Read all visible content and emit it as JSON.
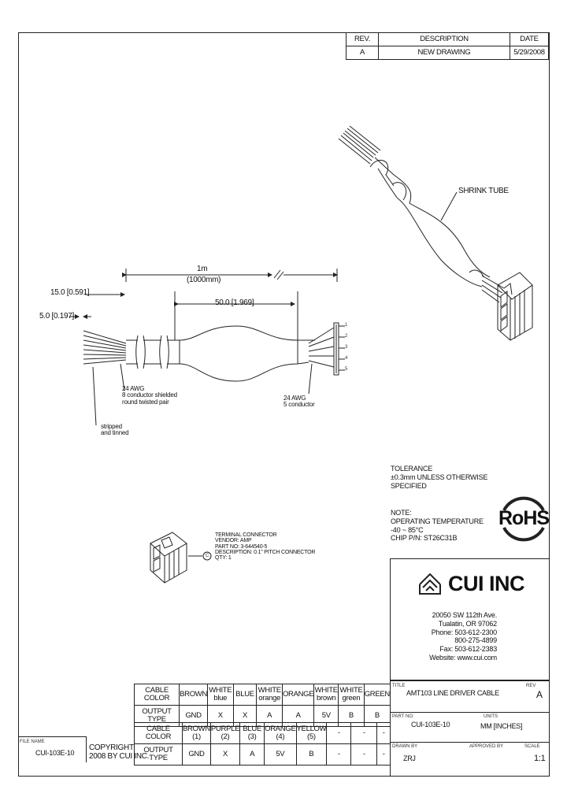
{
  "revision_block": {
    "headers": [
      "REV.",
      "DESCRIPTION",
      "DATE"
    ],
    "row": [
      "A",
      "NEW DRAWING",
      "5/29/2008"
    ]
  },
  "drawing": {
    "overall_length": "1m",
    "overall_length_mm": "(1000mm)",
    "dim_15": "15.0 [0.591]",
    "dim_5": "5.0 [0.197]",
    "dim_50": "50.0 [1.969]",
    "pin_labels": [
      "1",
      "2",
      "3",
      "4",
      "5"
    ],
    "shrink_tube": "SHRINK TUBE",
    "left_wire": [
      "24 AWG",
      "8 conductor shielded",
      "round twisted pair"
    ],
    "stripped": [
      "stripped",
      "and tinned"
    ],
    "right_wire": [
      "24 AWG",
      "5 conductor"
    ],
    "terminal": [
      "TERMINAL CONNECTOR",
      "VENDOR: AMP",
      "PART NO: 3-644540-5",
      "DESCRIPTION: 0.1\" PITCH CONNECTOR",
      "QTY: 1"
    ],
    "terminal_callout": "C"
  },
  "notes": {
    "tolerance": [
      "TOLERANCE",
      "±0.3mm UNLESS OTHERWISE",
      "SPECIFIED"
    ],
    "note": [
      "NOTE:",
      "OPERATING TEMPERATURE",
      "-40 ~ 85°C",
      "CHIP P/N: ST26C31B"
    ]
  },
  "rohs": "RoHS",
  "company": {
    "name": "CUI INC",
    "address": [
      "20050 SW 112th Ave.",
      "Tualatin, OR 97062",
      "Phone: 503-612-2300",
      "800-275-4899",
      "Fax: 503-612-2383",
      "Website: www.cui.com"
    ]
  },
  "color_table": {
    "rows": [
      [
        "CABLE COLOR",
        "BROWN",
        "WHITE\nblue",
        "BLUE",
        "WHITE\norange",
        "ORANGE",
        "WHITE\nbrown",
        "WHITE\ngreen",
        "GREEN"
      ],
      [
        "OUTPUT TYPE",
        "GND",
        "X",
        "X",
        "A",
        "A",
        "5V",
        "B",
        "B"
      ]
    ]
  },
  "connector_table": {
    "rows": [
      [
        "CABLE COLOR",
        "BROWN\n(1)",
        "PURPLE\n(2)",
        "BLUE\n(3)",
        "ORANGE\n(4)",
        "YELLOW\n(5)",
        "-",
        "-",
        "-"
      ],
      [
        "OUTPUT TYPE",
        "GND",
        "X",
        "A",
        "5V",
        "B",
        "-",
        "-",
        "-"
      ]
    ]
  },
  "file_info": {
    "label": "FILE NAME",
    "value": "CUI-103E-10"
  },
  "copyright": [
    "COPYRIGHT",
    "2008 BY CUI INC."
  ],
  "title_block": {
    "title_label": "TITLE",
    "title": "AMT103 LINE DRIVER CABLE",
    "rev_label": "REV",
    "rev": "A",
    "part_label": "PART NO.",
    "part": "CUI-103E-10",
    "unit_label": "UNITS",
    "unit": "MM [INCHES]",
    "drawn_label": "DRAWN BY",
    "drawn": "ZRJ",
    "approved_label": "APPROVED BY",
    "approved": "",
    "scale_label": "SCALE",
    "scale": "1:1"
  }
}
